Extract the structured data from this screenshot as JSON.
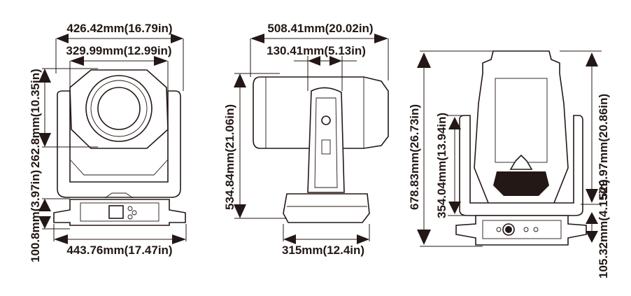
{
  "front_view": {
    "overall_width": "426.42mm(16.79in)",
    "head_width": "329.99mm(12.99in)",
    "head_height": "262.8mm(10.35in)",
    "base_height": "100.8mm(3.97in)",
    "base_width": "443.76mm(17.47in)"
  },
  "side_view": {
    "overall_depth": "508.41mm(20.02in)",
    "arm_width": "130.41mm(5.13in)",
    "height": "534.84mm(21.06in)",
    "base_depth": "315mm(12.4in)"
  },
  "rear_view": {
    "overall_height": "678.83mm(26.73in)",
    "yoke_height": "354.04mm(13.94in)",
    "upper_height": "529.97mm(20.86in)",
    "base_height": "105.32mm(4.15in)"
  }
}
